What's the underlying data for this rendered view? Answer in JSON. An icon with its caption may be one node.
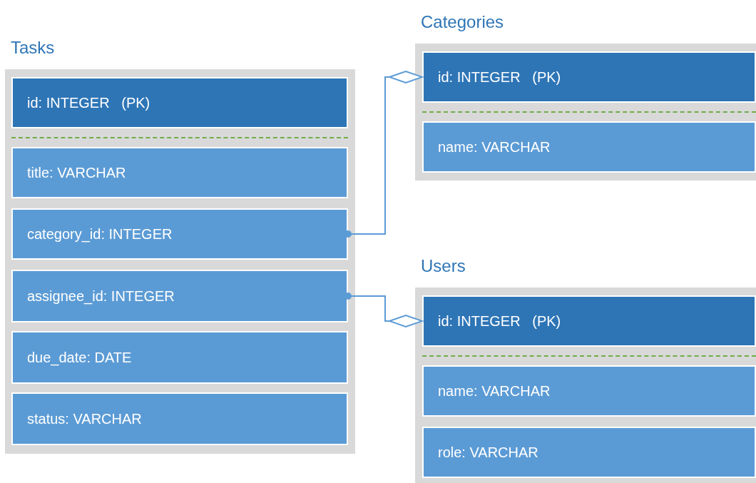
{
  "diagram": {
    "nodes": [
      {
        "text": [
          "Tasks"
        ]
      },
      {
        "text": [
          "id: INTEGER   (PK)"
        ],
        "in": 0
      },
      {
        "text": [
          "title: VARCHAR"
        ],
        "in": 0
      },
      {
        "text": [
          "category_id: INTEGER"
        ],
        "in": 0
      },
      {
        "text": [
          "assignee_id: INTEGER"
        ],
        "in": 0
      },
      {
        "text": [
          "due_date: DATE"
        ],
        "in": 0
      },
      {
        "text": [
          "status: VARCHAR"
        ],
        "in": 0
      },
      {
        "text": [
          "Categories"
        ]
      },
      {
        "text": [
          "id: INTEGER   (PK)"
        ],
        "in": 7
      },
      {
        "text": [
          "name: VARCHAR"
        ],
        "in": 7
      },
      {
        "text": [
          "Users"
        ]
      },
      {
        "text": [
          "id: INTEGER   (PK)"
        ],
        "in": 10
      },
      {
        "text": [
          "name: VARCHAR"
        ],
        "in": 10
      },
      {
        "text": [
          "role: VARCHAR"
        ],
        "in": 10
      }
    ],
    "edges": [
      {
        "from": 3,
        "to": 8,
        "arrow": "other"
      },
      {
        "from": 4,
        "to": 11,
        "arrow": "other"
      }
    ]
  }
}
